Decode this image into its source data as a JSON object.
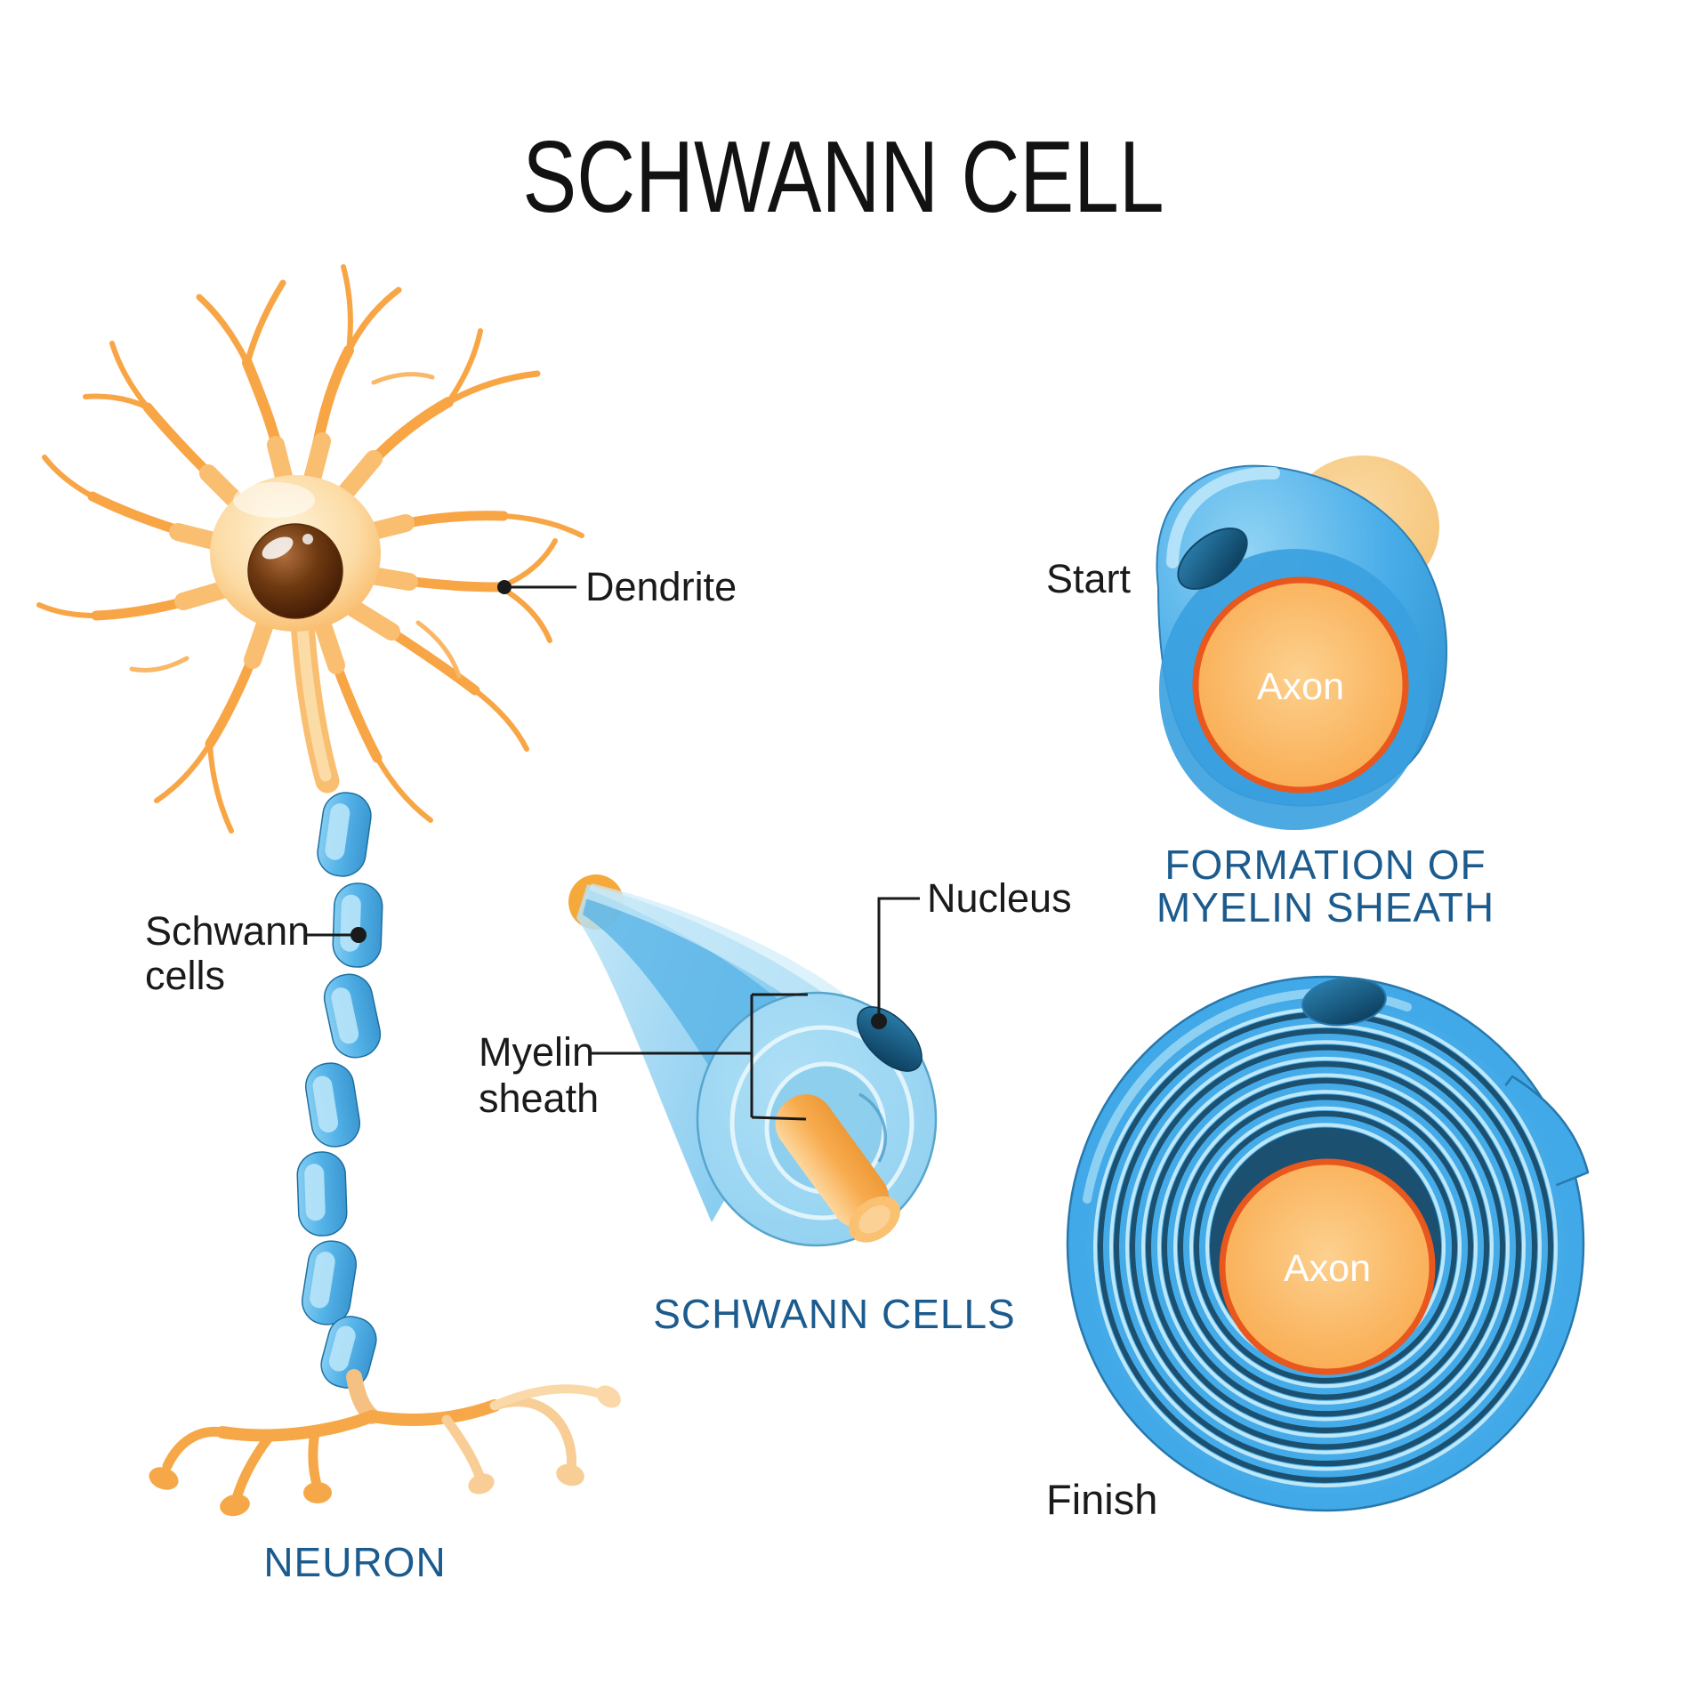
{
  "title": "SCHWANN CELL",
  "colors": {
    "caption_blue": "#1C5B8D",
    "label_black": "#1A1A1A",
    "cell_blue": "#45ABE8",
    "light_blue": "#A9DDF7",
    "ring_navy": "#1B5070",
    "nucleus_navy": "#0E4263",
    "axon_orange": "#F8A848",
    "axon_border": "#E8571D",
    "neuron_orange": "#F8A545",
    "soma_cream": "#FCDCA6",
    "nucleus_brown": "#371403",
    "tan": "#F8CD8B"
  },
  "neuron": {
    "caption": "NEURON",
    "dendrite_label": "Dendrite",
    "schwann_label_line1": "Schwann",
    "schwann_label_line2": "cells"
  },
  "schwann_figure": {
    "caption": "SCHWANN CELLS",
    "nucleus_label": "Nucleus",
    "myelin_label_line1": "Myelin",
    "myelin_label_line2": "sheath"
  },
  "formation": {
    "caption_line1": "FORMATION OF",
    "caption_line2": "MYELIN SHEATH",
    "start_label": "Start",
    "finish_label": "Finish",
    "start_axon_label": "Axon",
    "finish_axon_label": "Axon"
  }
}
